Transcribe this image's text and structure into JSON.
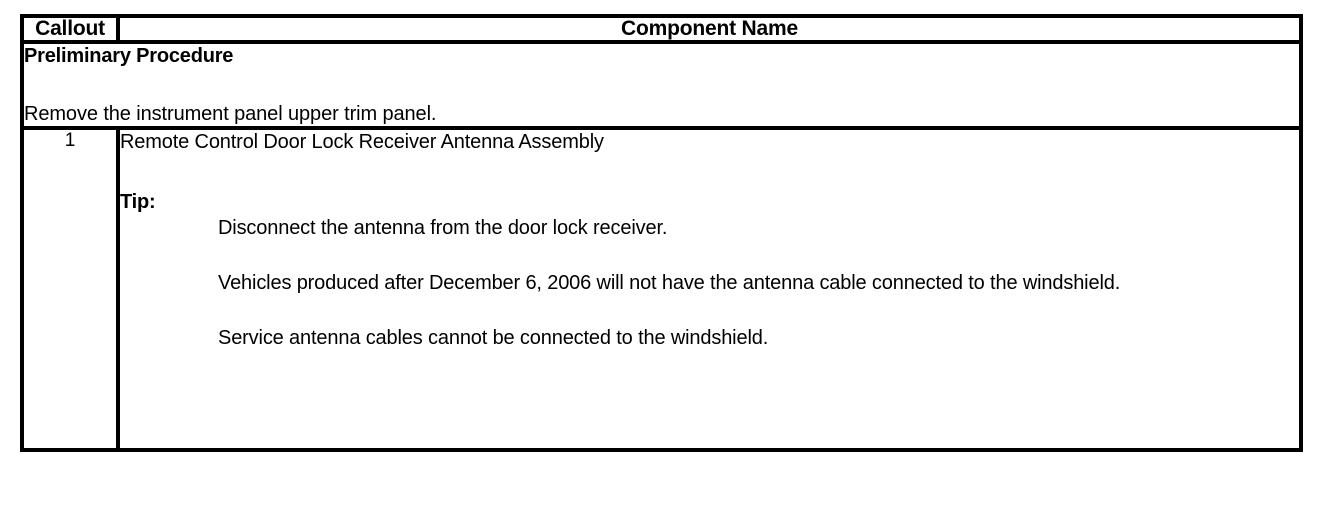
{
  "table": {
    "headers": {
      "callout": "Callout",
      "component_name": "Component Name"
    },
    "preliminary": {
      "title": "Preliminary Procedure",
      "text": "Remove the instrument panel upper trim panel."
    },
    "rows": [
      {
        "callout": "1",
        "component_name": "Remote Control Door Lock Receiver Antenna Assembly",
        "tip_label": "Tip:",
        "tips": [
          "Disconnect the antenna from the door lock receiver.",
          "Vehicles produced after December 6, 2006 will not have the antenna cable connected to the windshield.",
          "Service antenna cables cannot be connected to the windshield."
        ]
      }
    ]
  },
  "colors": {
    "border": "#000000",
    "background": "#ffffff",
    "text": "#000000"
  }
}
